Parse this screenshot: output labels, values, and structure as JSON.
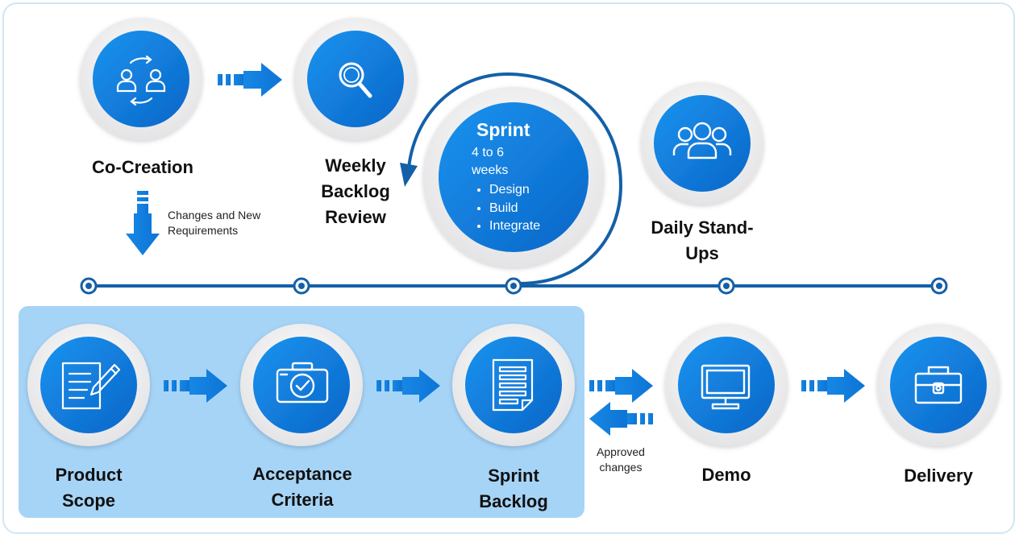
{
  "colors": {
    "primary": "#0e80e0",
    "primary_dark": "#0a5fae",
    "timeline": "#1460a8",
    "highlight": "#a6d4f7",
    "frame": "#cfe6f7",
    "ring": "#e6e6e8"
  },
  "top_steps": [
    {
      "label": "Co-Creation",
      "icon": "co-creation-people-icon"
    },
    {
      "label": "Weekly Backlog Review",
      "icon": "magnifier-icon"
    },
    {
      "label": "Daily Stand-Ups",
      "icon": "team-icon"
    }
  ],
  "sprint": {
    "title": "Sprint",
    "duration": "4 to 6 weeks",
    "items": [
      "Design",
      "Build",
      "Integrate"
    ]
  },
  "bottom_steps": [
    {
      "label": "Product Scope",
      "icon": "document-pen-icon"
    },
    {
      "label": "Acceptance Criteria",
      "icon": "camera-check-icon"
    },
    {
      "label": "Sprint Backlog",
      "icon": "document-list-icon"
    },
    {
      "label": "Demo",
      "icon": "monitor-icon"
    },
    {
      "label": "Delivery",
      "icon": "briefcase-icon"
    }
  ],
  "notes": {
    "changes": "Changes and New Requirements",
    "approved": "Approved changes"
  }
}
